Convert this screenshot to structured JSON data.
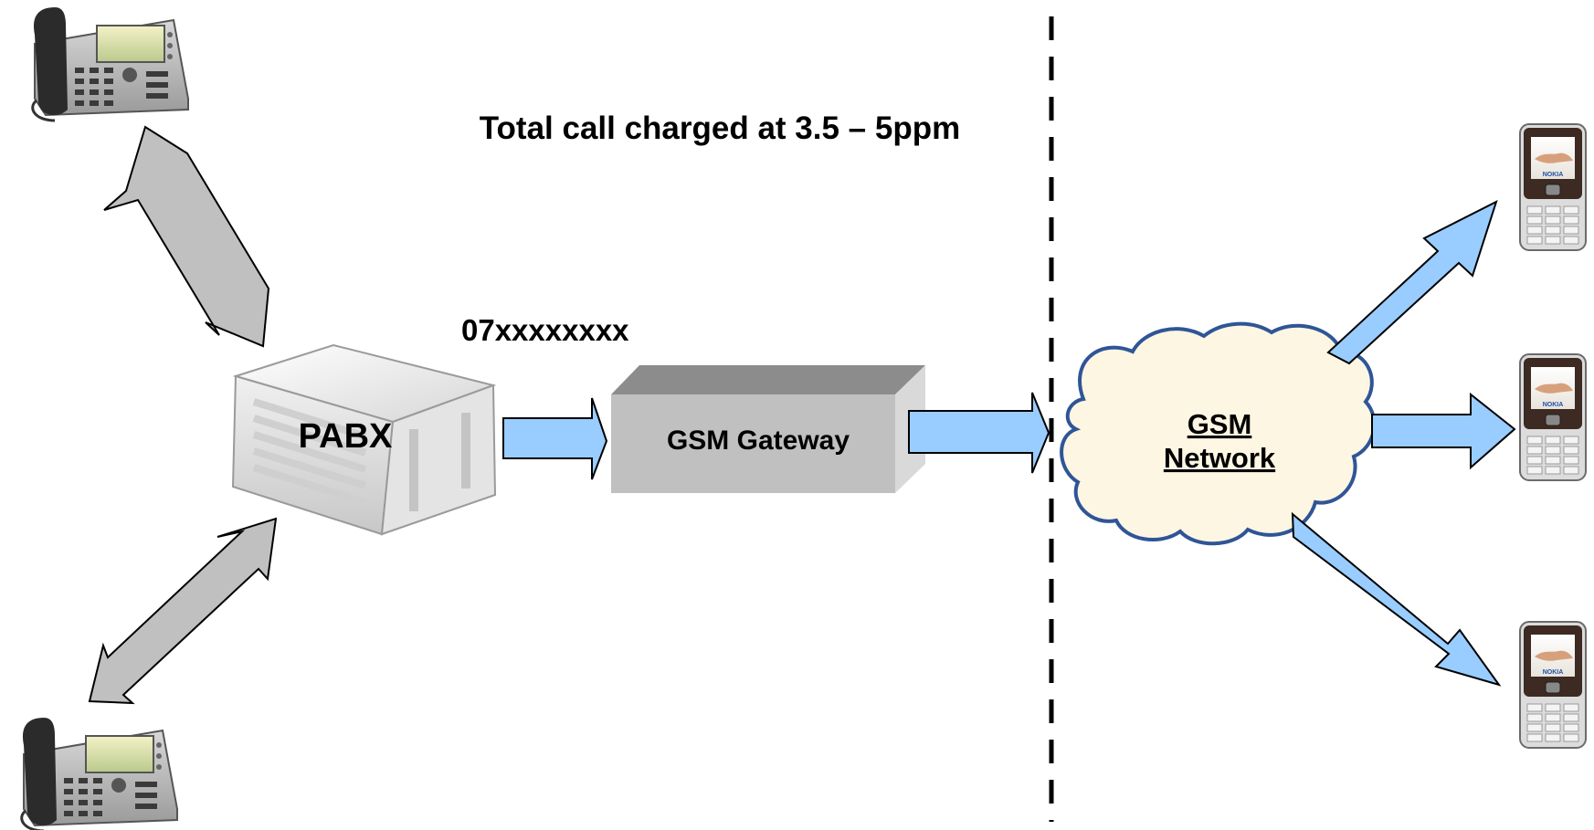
{
  "title": "Total call charged at  3.5 – 5ppm",
  "number_label": "07xxxxxxxx",
  "pabx": {
    "label": "PABX"
  },
  "gateway": {
    "label": "GSM Gateway"
  },
  "network": {
    "line1": "GSM",
    "line2": "Network"
  },
  "phone_brand": "NOKIA",
  "icons": {
    "desk_phone": "desk-phone-icon",
    "mobile_phone": "mobile-phone-icon",
    "server": "server-icon",
    "cloud": "cloud-icon"
  },
  "colors": {
    "flow_arrow": "#99ccff",
    "flow_arrow_stroke": "#000000",
    "link_arrow": "#c0c0c0",
    "cloud_fill": "#fdf6e3",
    "cloud_stroke": "#2f5597",
    "gateway_front": "#c0c0c0",
    "gateway_top": "#8c8c8c",
    "gateway_side": "#d9d9d9"
  }
}
